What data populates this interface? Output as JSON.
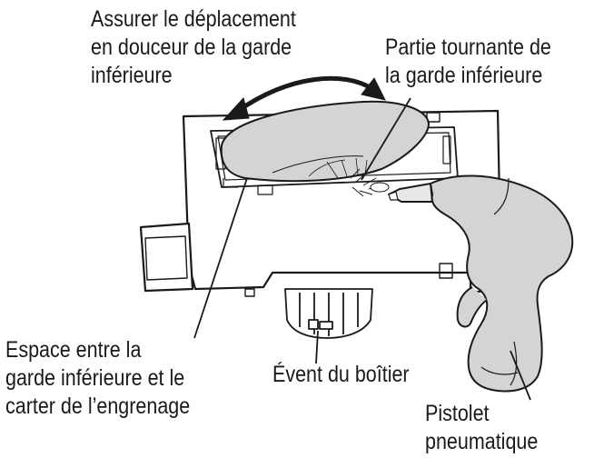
{
  "labels": {
    "smooth_movement": [
      "Assurer le déplacement",
      "en douceur de la garde",
      "inférieure"
    ],
    "rotating_part": [
      "Partie tournante de",
      "la garde inférieure"
    ],
    "gap": [
      "Espace entre la",
      "garde inférieure et le",
      "carter de l’engrenage"
    ],
    "vent": [
      "Évent du boîtier"
    ],
    "air_gun": [
      "Pistolet",
      "pneumatique"
    ]
  },
  "colors": {
    "line": "#1a1a1a",
    "fill_gray": "#d4d4d4",
    "fill_light": "#e8e8e8",
    "background": "#ffffff"
  }
}
